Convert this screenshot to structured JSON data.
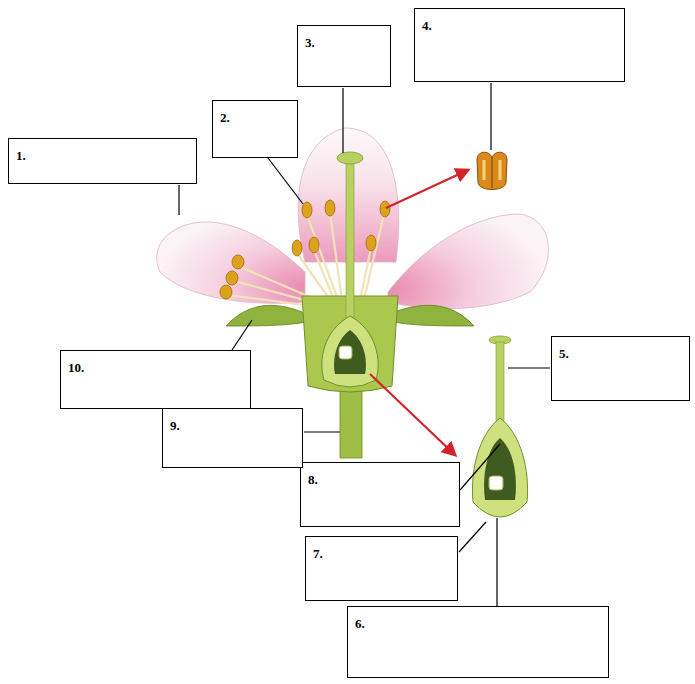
{
  "diagram": {
    "nodes": [
      {
        "text": [
          "1."
        ]
      },
      {
        "text": [
          "2."
        ]
      },
      {
        "text": [
          "3."
        ]
      },
      {
        "text": [
          "4."
        ]
      },
      {
        "text": [
          "5."
        ]
      },
      {
        "text": [
          "6."
        ]
      },
      {
        "text": [
          "7."
        ]
      },
      {
        "text": [
          "8."
        ]
      },
      {
        "text": [
          "9."
        ]
      },
      {
        "text": [
          "10."
        ]
      }
    ]
  }
}
